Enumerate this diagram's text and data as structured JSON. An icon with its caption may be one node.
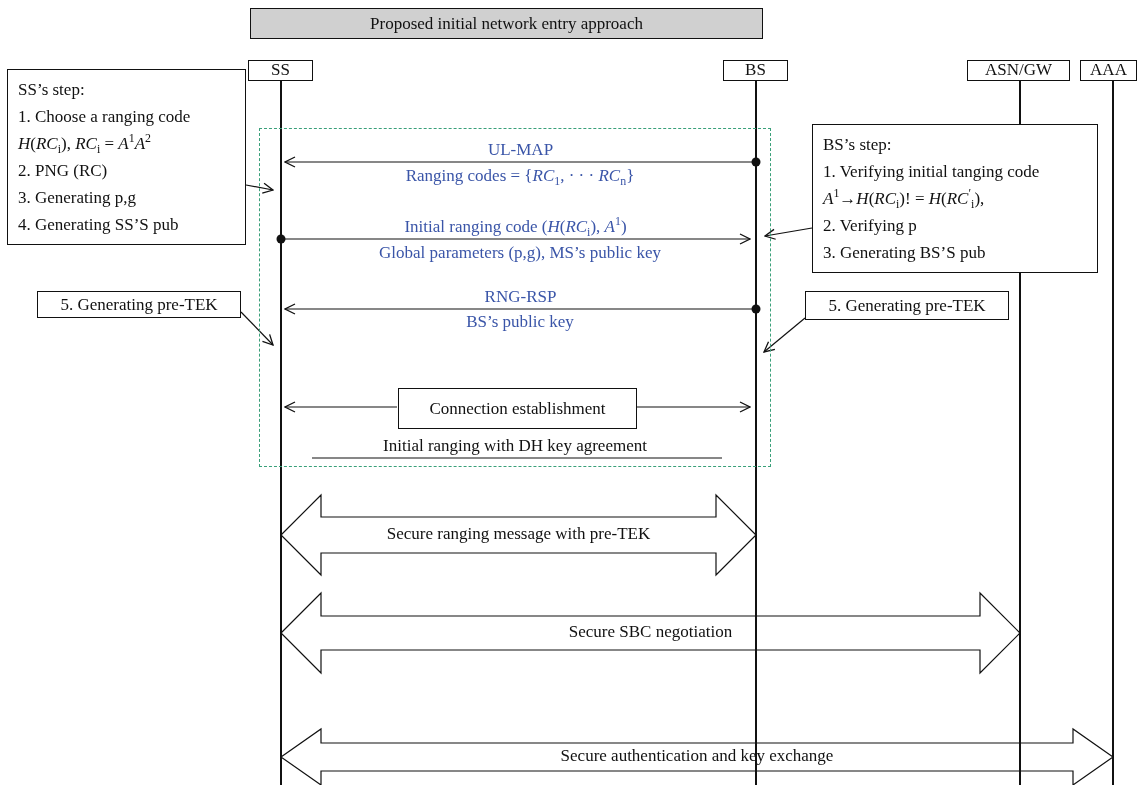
{
  "diagram": {
    "nodes": [
      {
        "text": [
          "Proposed initial network entry approach"
        ]
      },
      {
        "text": [
          "SS"
        ]
      },
      {
        "text": [
          "BS"
        ]
      },
      {
        "text": [
          "ASN/GW"
        ]
      },
      {
        "text": [
          "AAA"
        ]
      },
      {
        "text": [
          "SS’s step:",
          "1. Choose a ranging code",
          "*H*(*RC*$_{i}$), *RC*$_{i}$ = *A*$^{1}$*A*$^{2}$",
          "2. PNG (RC)",
          "3. Generating p,g",
          "4. Generating SS’S pub"
        ]
      },
      {
        "text": [
          "5. Generating pre-TEK"
        ]
      },
      {
        "text": [
          "BS’s step:",
          "1. Verifying initial tanging code",
          "*A*$^{1}$→*H*(*RC*$_{i}$)! = *H*(*RC*$^{′}$$_{i}$),",
          "2. Verifying p",
          "3. Generating BS’S pub"
        ]
      },
      {
        "text": [
          "5. Generating pre-TEK"
        ]
      },
      {
        "text": [
          "Initial ranging with DH key agreement"
        ]
      },
      {
        "text": [
          "Connection establishment"
        ],
        "in": 9
      }
    ],
    "edges": [
      {
        "from": 2,
        "to": 1,
        "arrow": "to",
        "label": "UL-MAP"
      },
      {
        "from": 1,
        "to": 2,
        "arrow": "to",
        "label": "Initial ranging code (*H*(*RC*$_{i}$), *A*$^{1}$)"
      },
      {
        "from": 2,
        "to": 1,
        "arrow": "to",
        "label": "RNG-RSP"
      },
      {
        "from": 5,
        "to": 1,
        "arrow": "to"
      },
      {
        "from": 6,
        "to": 1,
        "arrow": "to"
      },
      {
        "from": 7,
        "to": 2,
        "arrow": "to"
      },
      {
        "from": 8,
        "to": 2,
        "arrow": "to"
      },
      {
        "from": 10,
        "to": 1,
        "arrow": "to"
      },
      {
        "from": 10,
        "to": 2,
        "arrow": "to"
      },
      {
        "from": 1,
        "to": 2,
        "arrow": "both",
        "label": "Secure ranging message with pre-TEK",
        "style": "thick"
      },
      {
        "from": 1,
        "to": 3,
        "arrow": "both",
        "label": "Secure SBC negotiation",
        "style": "thick"
      },
      {
        "from": 1,
        "to": 4,
        "arrow": "both",
        "label": "Secure authentication and key exchange",
        "style": "thick"
      }
    ],
    "labels": [
      "Ranging codes = {*RC*$_{1}$, · · · *RC*$_{n}$}",
      "Global parameters (p,g), MS’s public key",
      "BS’s public key"
    ]
  }
}
